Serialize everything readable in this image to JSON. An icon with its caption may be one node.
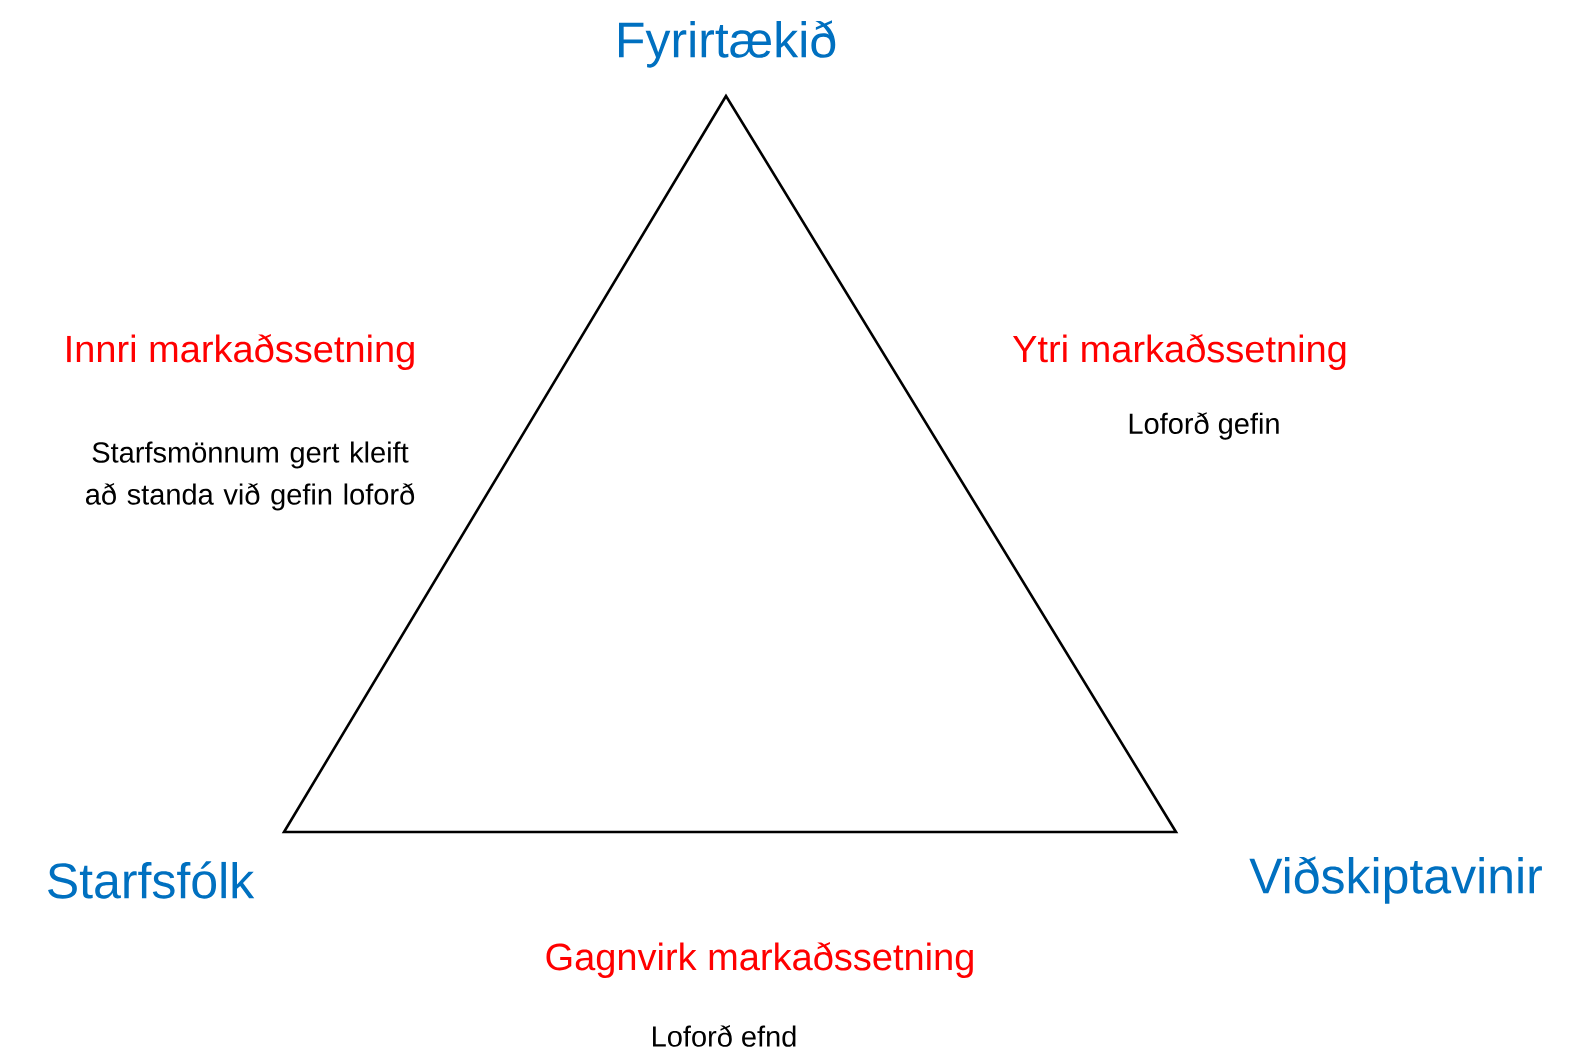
{
  "diagram": {
    "labels": [
      "Fyrirtækið",
      "Innri markaðssetning",
      "Ytri markaðssetning",
      "Loforð gefin",
      "Starfsmönnum gert kleift að standa við gefin loforð",
      "Starfsfólk",
      "Viðskiptavinir",
      "Gagnvirk markaðssetning",
      "Loforð efnd"
    ]
  }
}
